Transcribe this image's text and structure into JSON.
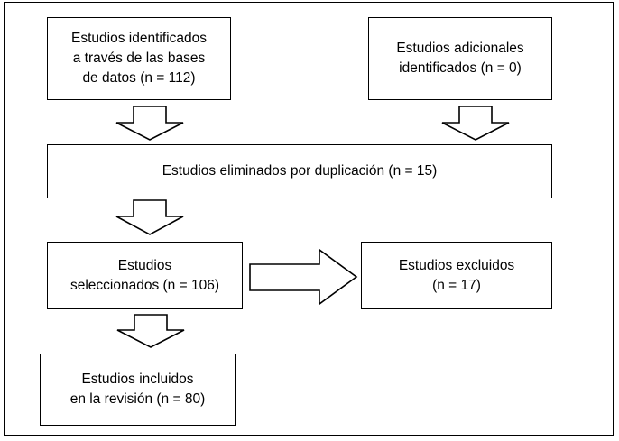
{
  "boxes": {
    "identified_db": "Estudios identificados\na través de las bases\nde datos (n = 112)",
    "additional": "Estudios adicionales\nidentificados (n = 0)",
    "duplicates_removed": "Estudios eliminados por duplicación (n = 15)",
    "selected": "Estudios\nseleccionados (n = 106)",
    "excluded": "Estudios excluidos\n(n = 17)",
    "included": "Estudios incluidos\nen la revisión (n = 80)"
  }
}
